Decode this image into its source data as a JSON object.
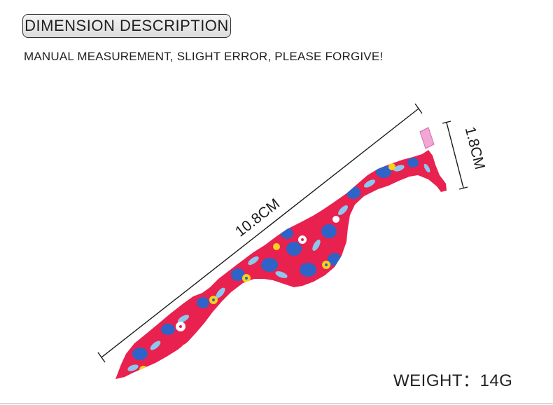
{
  "header": {
    "title": "DIMENSION DESCRIPTION",
    "note": "MANUAL MEASUREMENT, SLIGHT ERROR, PLEASE FORGIVE!"
  },
  "dimensions": {
    "length_label": "10.8CM",
    "width_label": "1.8CM"
  },
  "weight_label": "WEIGHT：14G",
  "colors": {
    "tool_body": "#e8214f",
    "flower_blue": "#2f63c8",
    "leaf_light_blue": "#8cc7ee",
    "flower_yellow": "#f6d21e",
    "line": "#1a1a1a"
  }
}
